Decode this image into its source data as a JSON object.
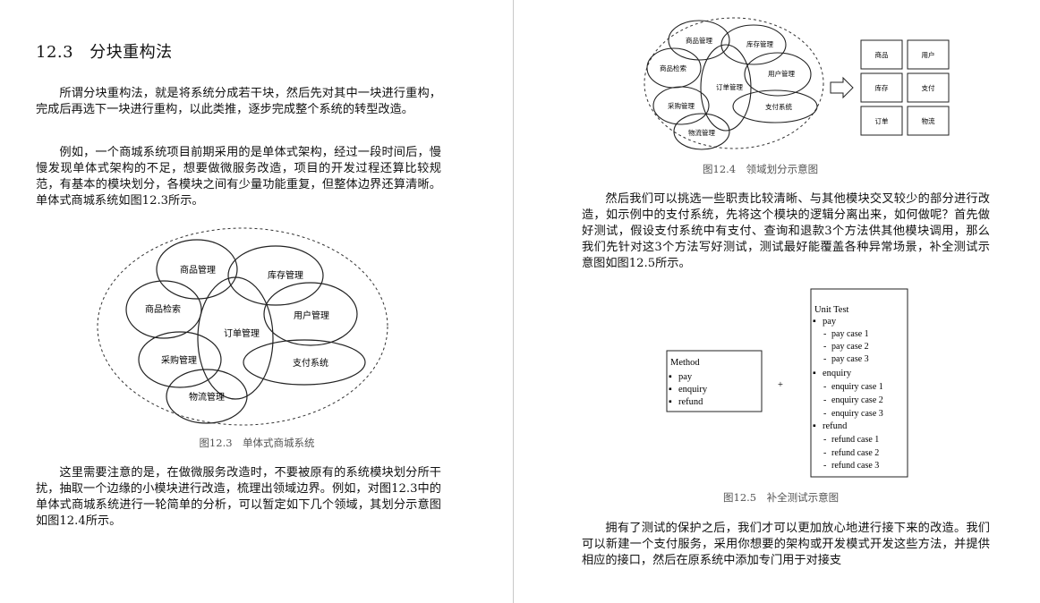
{
  "left": {
    "section_num": "12.3",
    "section_title": "分块重构法",
    "p1": "所谓分块重构法，就是将系统分成若干块，然后先对其中一块进行重构，完成后再选下一块进行重构，以此类推，逐步完成整个系统的转型改造。",
    "p2": "例如，一个商城系统项目前期采用的是单体式架构，经过一段时间后，慢慢发现单体式架构的不足，想要做微服务改造，项目的开发过程还算比较规范，有基本的模块划分，各模块之间有少量功能重复，但整体边界还算清晰。单体式商城系统如图12.3所示。",
    "fig3": {
      "labels": [
        "商品管理",
        "库存管理",
        "商品检索",
        "订单管理",
        "用户管理",
        "采购管理",
        "支付系统",
        "物流管理"
      ],
      "caption": "图12.3　单体式商城系统"
    },
    "p3": "这里需要注意的是，在做微服务改造时，不要被原有的系统模块划分所干扰，抽取一个边缘的小模块进行改造，梳理出领域边界。例如，对图12.3中的单体式商城系统进行一轮简单的分析，可以暂定如下几个领域，其划分示意图如图12.4所示。"
  },
  "right": {
    "fig4": {
      "labels": [
        "商品管理",
        "库存管理",
        "商品检索",
        "用户管理",
        "订单管理",
        "采购管理",
        "支付系统",
        "物流管理"
      ],
      "domains": [
        "商品",
        "用户",
        "库存",
        "支付",
        "订单",
        "物流"
      ],
      "caption": "图12.4　领域划分示意图"
    },
    "p4": "然后我们可以挑选一些职责比较清晰、与其他模块交叉较少的部分进行改造，如示例中的支付系统，先将这个模块的逻辑分离出来，如何做呢？首先做好测试，假设支付系统中有支付、查询和退款3个方法供其他模块调用，那么我们先针对这3个方法写好测试，测试最好能覆盖各种异常场景，补全测试示意图如图12.5所示。",
    "fig5": {
      "method_title": "Method",
      "methods": [
        "pay",
        "enquiry",
        "refund"
      ],
      "plus": "+",
      "unit_title": "Unit Test",
      "groups": [
        {
          "name": "pay",
          "cases": [
            "pay case 1",
            "pay case 2",
            "pay case 3"
          ]
        },
        {
          "name": "enquiry",
          "cases": [
            "enquiry case 1",
            "enquiry case 2",
            "enquiry case 3"
          ]
        },
        {
          "name": "refund",
          "cases": [
            "refund case 1",
            "refund case 2",
            "refund case 3"
          ]
        }
      ],
      "caption": "图12.5　补全测试示意图"
    },
    "p5": "拥有了测试的保护之后，我们才可以更加放心地进行接下来的改造。我们可以新建一个支付服务，采用你想要的架构或开发模式开发这些方法，并提供相应的接口，然后在原系统中添加专门用于对接支"
  }
}
